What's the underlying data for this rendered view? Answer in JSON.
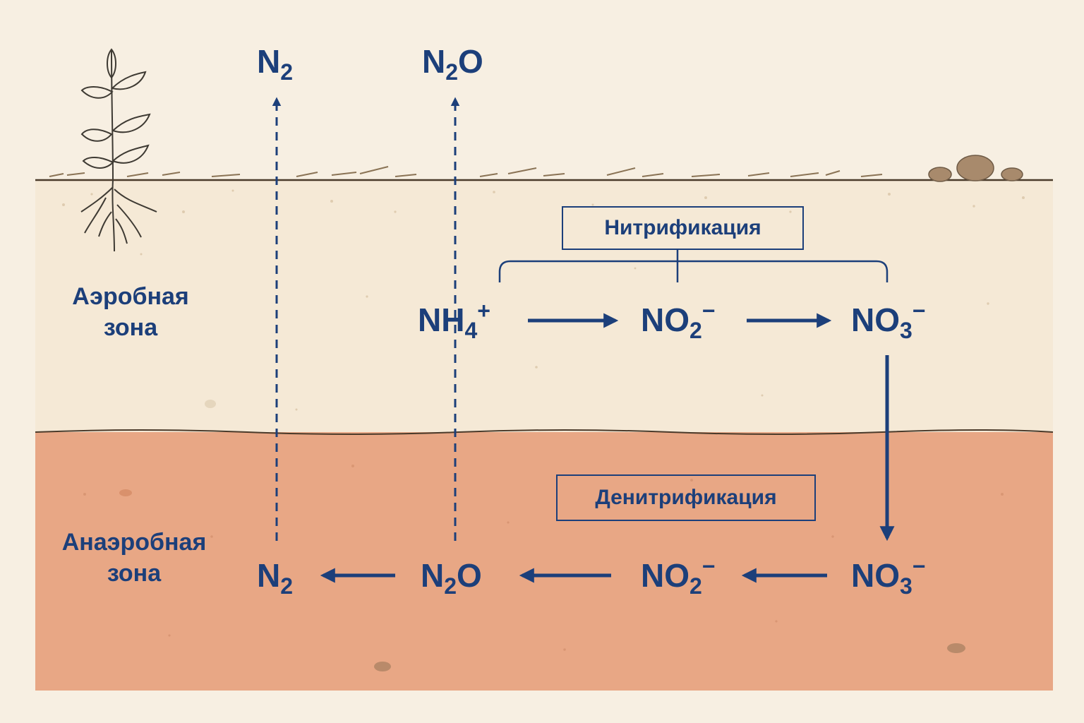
{
  "zones": {
    "aerobic": {
      "line1": "Аэробная",
      "line2": "зона"
    },
    "anaerobic": {
      "line1": "Анаэробная",
      "line2": "зона"
    }
  },
  "processes": {
    "nitrification": "Нитрификация",
    "denitrification": "Денитрификация"
  },
  "species": {
    "top_n2": {
      "base": "N",
      "sub": "2",
      "tail": ""
    },
    "top_n2o": {
      "base": "N",
      "sub": "2",
      "tail": "O"
    },
    "nh4": {
      "base": "NH",
      "sub": "4",
      "sup": "+"
    },
    "no2_aerobic": {
      "base": "NO",
      "sub": "2",
      "sup": "−"
    },
    "no3_aerobic": {
      "base": "NO",
      "sub": "3",
      "sup": "−"
    },
    "no3_anaerobic": {
      "base": "NO",
      "sub": "3",
      "sup": "−"
    },
    "no2_anaerobic": {
      "base": "NO",
      "sub": "2",
      "sup": "−"
    },
    "n2o_anaerobic": {
      "base": "N",
      "sub": "2",
      "tail": "O"
    },
    "n2_anaerobic": {
      "base": "N",
      "sub": "2",
      "tail": ""
    }
  },
  "colors": {
    "ink": "#1c3f7a",
    "aerobic_soil": "#f5e9d6",
    "anaerobic_soil": "#e8a785",
    "ground_line": "#4a3a2a"
  }
}
